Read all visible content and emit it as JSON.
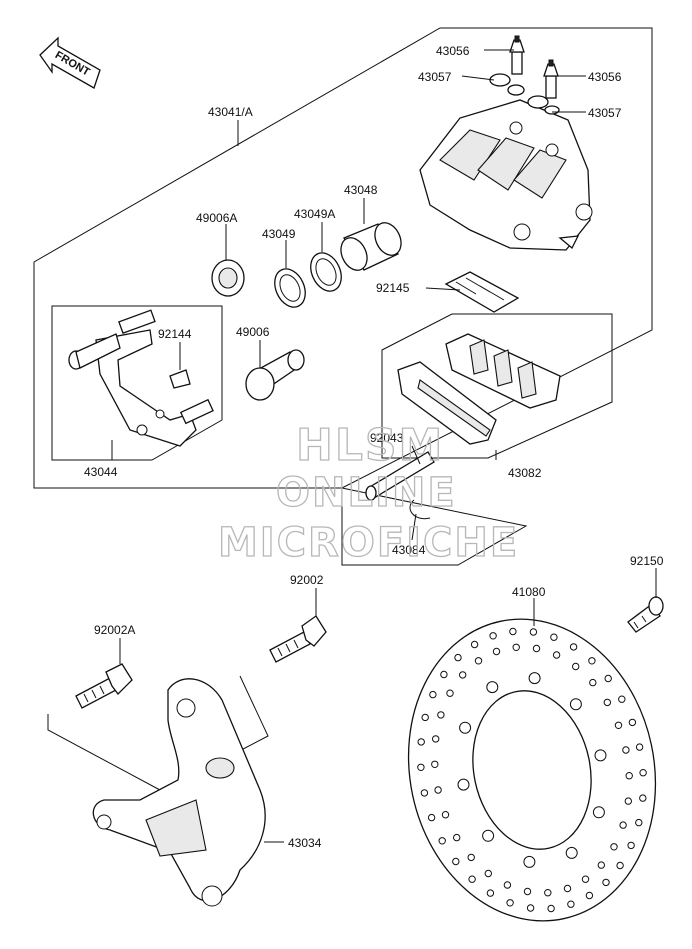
{
  "front_badge": "FRONT",
  "watermark": {
    "line1": "HLSM",
    "line2": "ONLINE",
    "line3": "MICROFICHE"
  },
  "parts": {
    "p43041A": "43041/A",
    "p43056a": "43056",
    "p43056b": "43056",
    "p43057a": "43057",
    "p43057b": "43057",
    "p43048": "43048",
    "p43049A": "43049A",
    "p43049": "43049",
    "p49006A": "49006A",
    "p49006": "49006",
    "p92144": "92144",
    "p92145": "92145",
    "p43044": "43044",
    "p92043": "92043",
    "p43082": "43082",
    "p43084": "43084",
    "p92002": "92002",
    "p92002A": "92002A",
    "p92150": "92150",
    "p41080": "41080",
    "p43034": "43034"
  }
}
